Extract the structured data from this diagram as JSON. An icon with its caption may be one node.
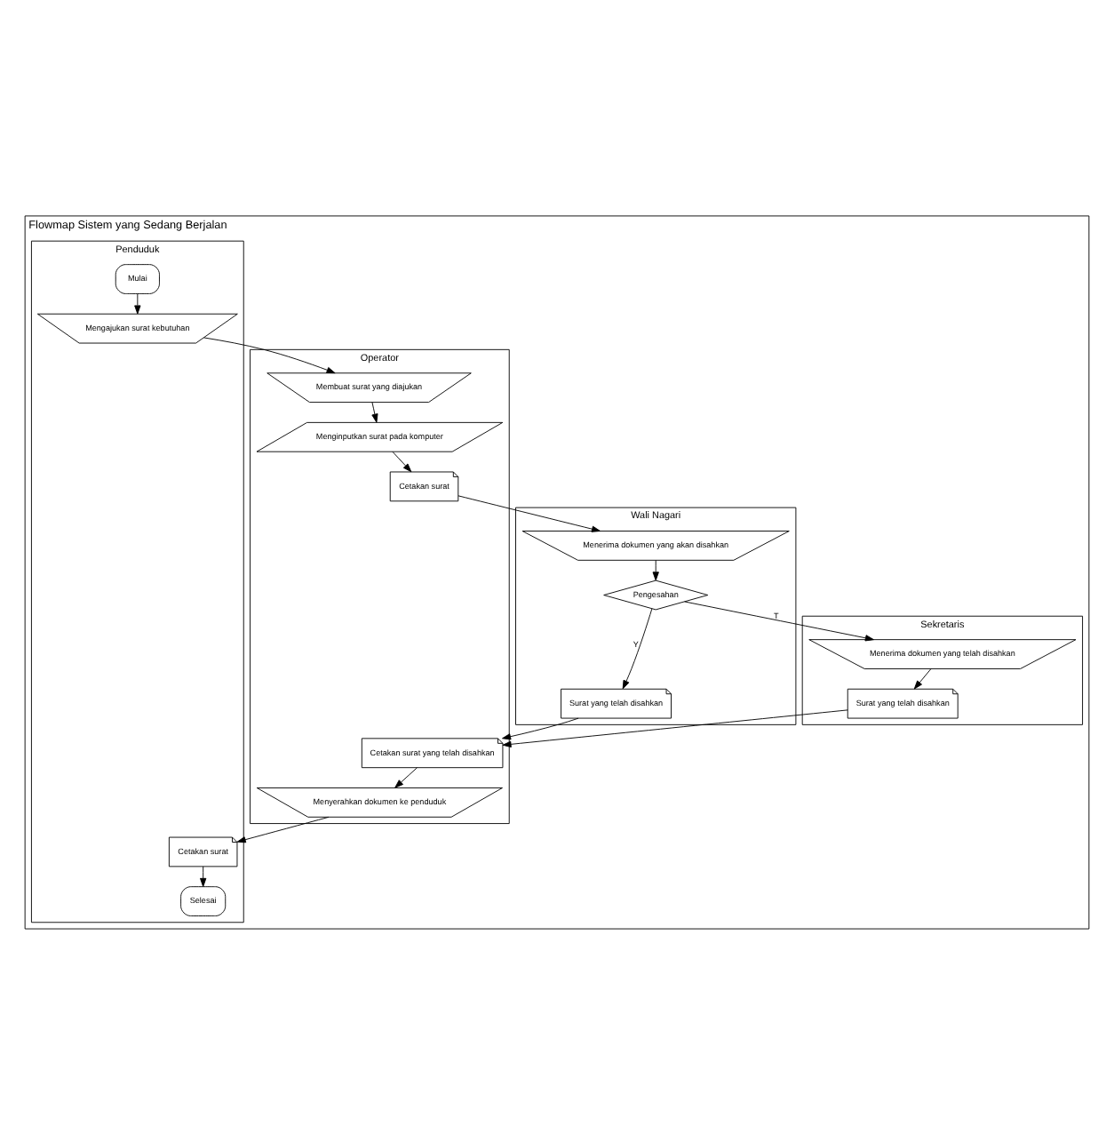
{
  "diagram": {
    "nodes": [
      {
        "text": [
          "Flowmap Sistem yang Sedang Berjalan"
        ]
      },
      {
        "text": [
          "Penduduk"
        ],
        "in": 0
      },
      {
        "text": [
          "Operator"
        ],
        "in": 0
      },
      {
        "text": [
          "Wali Nagari"
        ],
        "in": 0
      },
      {
        "text": [
          "Sekretaris"
        ],
        "in": 0
      },
      {
        "text": [
          "Mulai"
        ],
        "in": 1
      },
      {
        "text": [
          "Mengajukan surat kebutuhan"
        ],
        "in": 1
      },
      {
        "text": [
          "Membuat surat yang diajukan"
        ],
        "in": 2
      },
      {
        "text": [
          "Menginputkan surat pada komputer"
        ],
        "in": 2
      },
      {
        "text": [
          "Cetakan surat"
        ],
        "in": 2
      },
      {
        "text": [
          "Menerima dokumen yang akan disahkan"
        ],
        "in": 3
      },
      {
        "text": [
          "Pengesahan"
        ],
        "in": 3
      },
      {
        "text": [
          "Surat yang telah disahkan"
        ],
        "in": 3
      },
      {
        "text": [
          "Menerima dokumen yang telah disahkan"
        ],
        "in": 4
      },
      {
        "text": [
          "Surat yang telah disahkan"
        ],
        "in": 4
      },
      {
        "text": [
          "Cetakan surat yang telah disahkan"
        ],
        "in": 2
      },
      {
        "text": [
          "Menyerahkan dokumen ke penduduk"
        ],
        "in": 2
      },
      {
        "text": [
          "Cetakan surat"
        ],
        "in": 1
      },
      {
        "text": [
          "Selesai"
        ],
        "in": 1
      }
    ],
    "edges": [
      {
        "from": 5,
        "to": 6,
        "arrow": "to"
      },
      {
        "from": 6,
        "to": 7,
        "arrow": "to"
      },
      {
        "from": 7,
        "to": 8,
        "arrow": "to"
      },
      {
        "from": 8,
        "to": 9,
        "arrow": "to"
      },
      {
        "from": 9,
        "to": 10,
        "arrow": "to"
      },
      {
        "from": 10,
        "to": 11,
        "arrow": "to"
      },
      {
        "from": 11,
        "to": 13,
        "arrow": "to",
        "label": "T"
      },
      {
        "from": 11,
        "to": 12,
        "arrow": "to",
        "label": "Y"
      },
      {
        "from": 13,
        "to": 14,
        "arrow": "to"
      },
      {
        "from": 12,
        "to": 15,
        "arrow": "to"
      },
      {
        "from": 14,
        "to": 15,
        "arrow": "to"
      },
      {
        "from": 15,
        "to": 16,
        "arrow": "to"
      },
      {
        "from": 16,
        "to": 17,
        "arrow": "to"
      },
      {
        "from": 17,
        "to": 18,
        "arrow": "to"
      }
    ]
  }
}
